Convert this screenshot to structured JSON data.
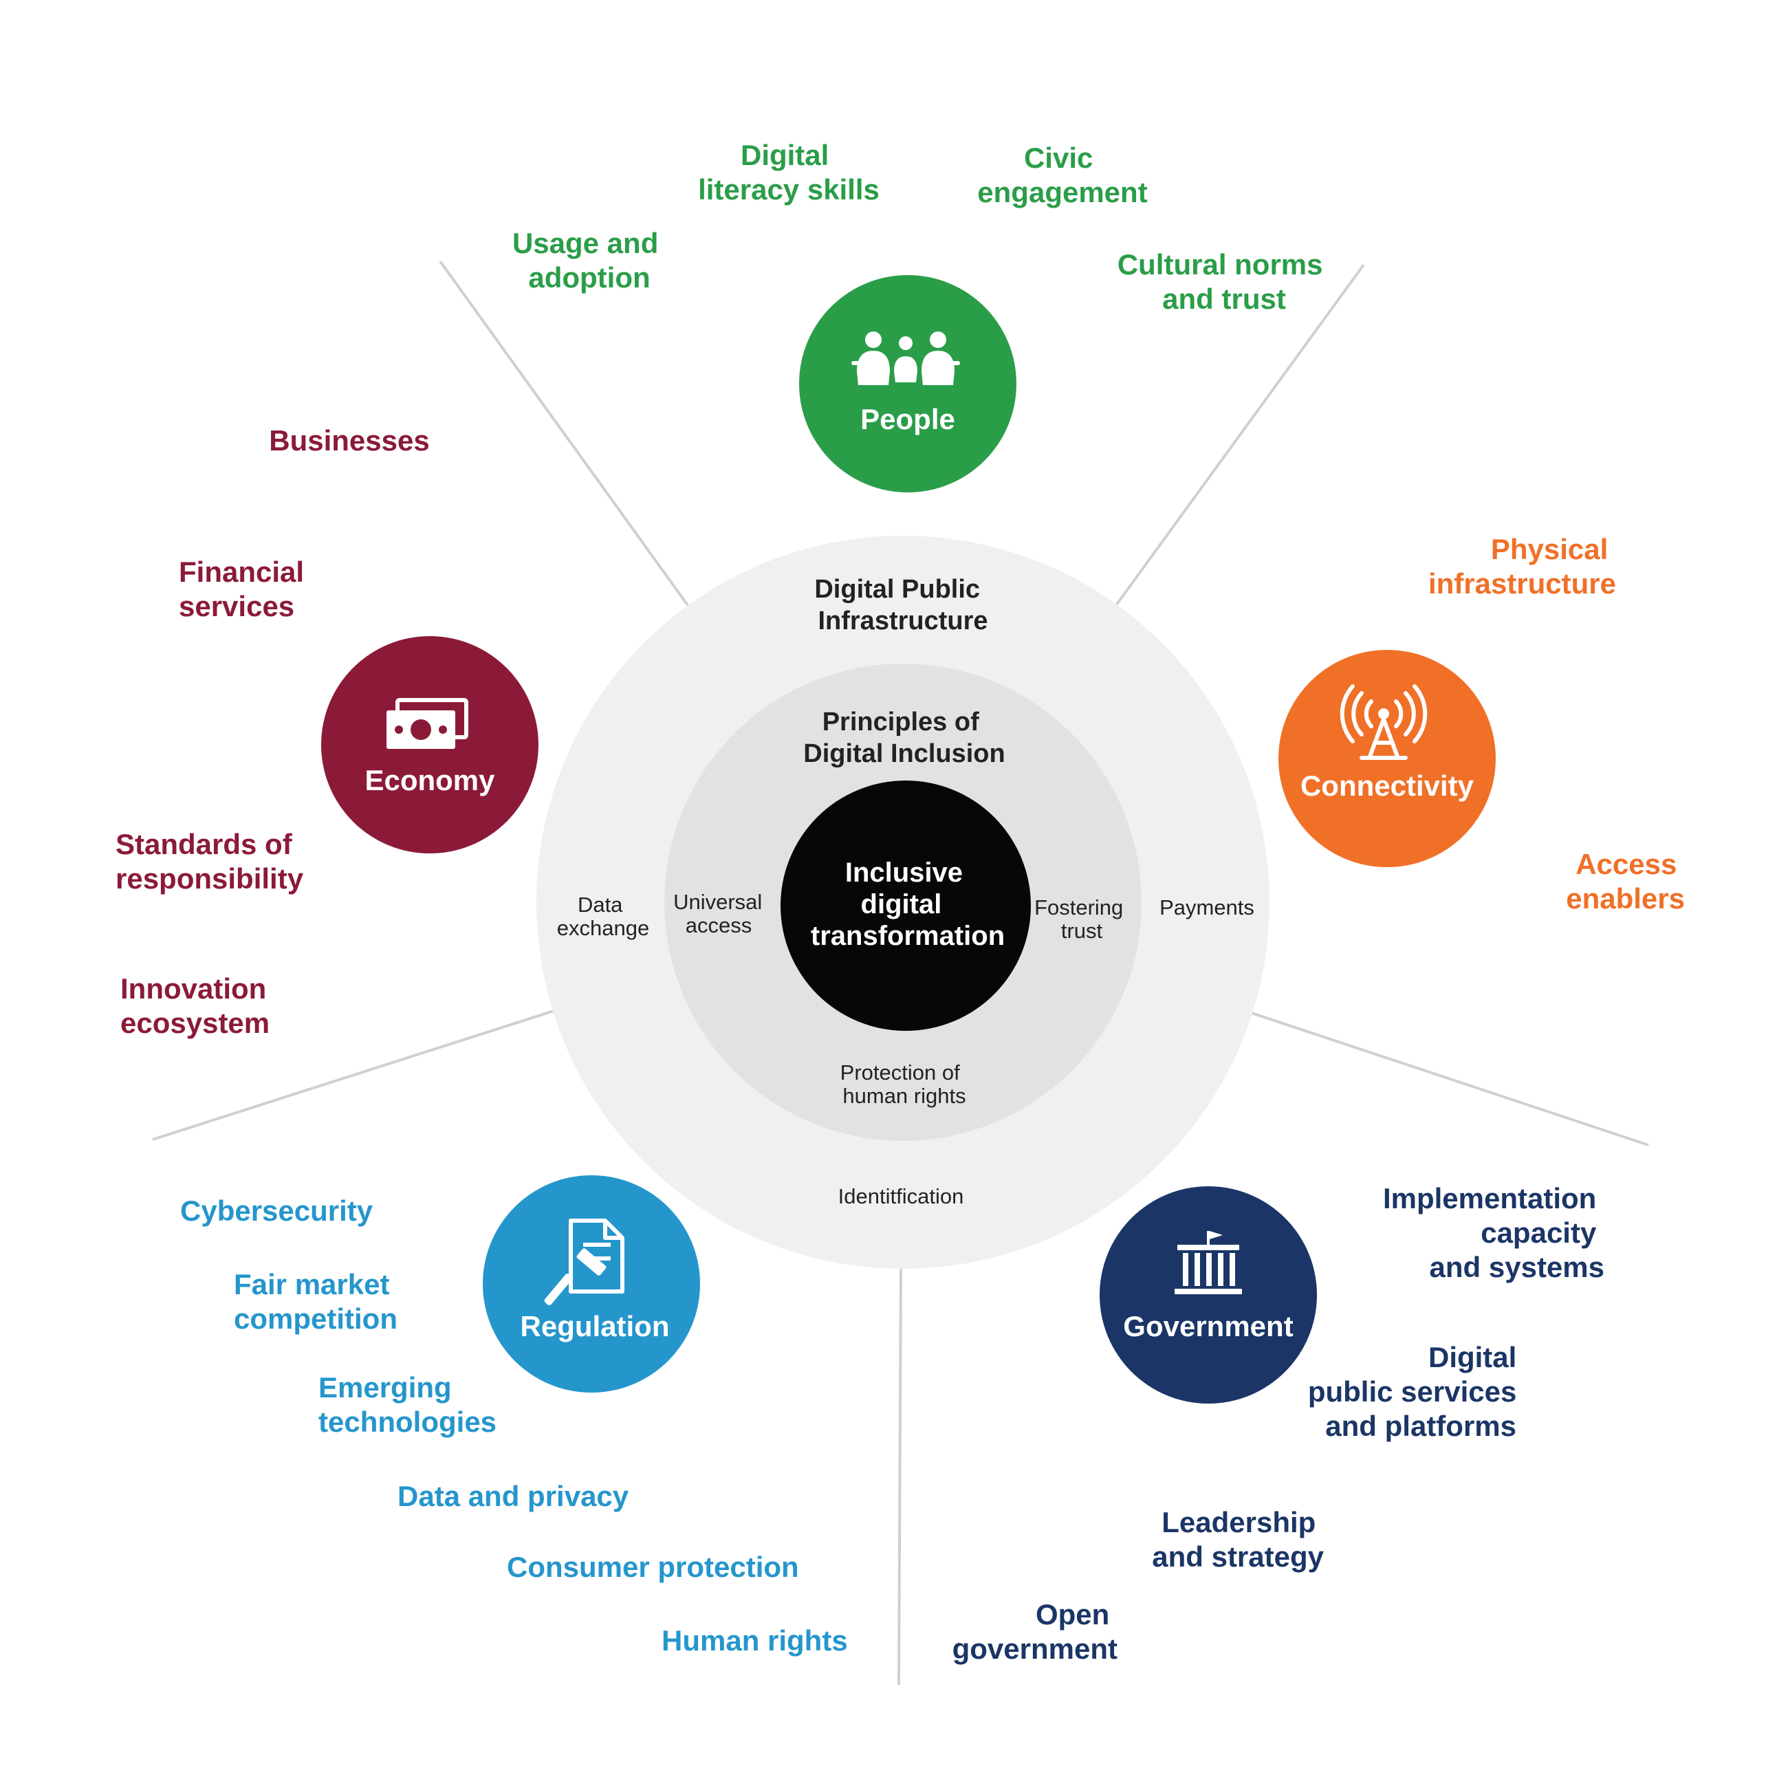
{
  "colors": {
    "people": "#2a9d48",
    "economy": "#8b1a38",
    "connectivity": "#f07028",
    "regulation": "#2596cc",
    "government": "#1b3566",
    "outer_ring": "#f0f0f0",
    "middle_ring": "#e1e2e4",
    "core": "#070707",
    "divider": "#d0d0d0"
  },
  "center": {
    "core_label": [
      "Inclusive",
      "digital",
      "transformation"
    ],
    "principles_title": [
      "Principles of",
      "Digital Inclusion"
    ],
    "principles": {
      "left": [
        "Universal",
        "access"
      ],
      "right": [
        "Fostering",
        "trust"
      ],
      "bottom": [
        "Protection of",
        "human rights"
      ]
    },
    "dpi_title": [
      "Digital Public",
      "Infrastructure"
    ],
    "dpi_items": {
      "left": [
        "Data",
        "exchange"
      ],
      "right": [
        "Payments"
      ],
      "bottom": [
        "Identitfication"
      ]
    }
  },
  "pillars": {
    "people": {
      "label": "People",
      "icon": "people-group-icon",
      "items": [
        [
          "Digital",
          "literacy skills"
        ],
        [
          "Civic",
          "engagement"
        ],
        [
          "Usage and",
          "adoption"
        ],
        [
          "Cultural norms",
          "and trust"
        ]
      ]
    },
    "economy": {
      "label": "Economy",
      "icon": "banknotes-icon",
      "items": [
        [
          "Businesses"
        ],
        [
          "Financial",
          "services"
        ],
        [
          "Standards of",
          "responsibility"
        ],
        [
          "Innovation",
          "ecosystem"
        ]
      ]
    },
    "connectivity": {
      "label": "Connectivity",
      "icon": "radio-tower-icon",
      "items": [
        [
          "Physical",
          "infrastructure"
        ],
        [
          "Access",
          "enablers"
        ]
      ]
    },
    "regulation": {
      "label": "Regulation",
      "icon": "gavel-document-icon",
      "items": [
        [
          "Cybersecurity"
        ],
        [
          "Fair market",
          "competition"
        ],
        [
          "Emerging",
          "technologies"
        ],
        [
          "Data and privacy"
        ],
        [
          "Consumer protection"
        ],
        [
          "Human rights"
        ]
      ]
    },
    "government": {
      "label": "Government",
      "icon": "government-building-icon",
      "items": [
        [
          "Implementation",
          "capacity",
          "and systems"
        ],
        [
          "Digital",
          "public services",
          "and platforms"
        ],
        [
          "Leadership",
          "and strategy"
        ],
        [
          "Open",
          "government"
        ]
      ]
    }
  }
}
